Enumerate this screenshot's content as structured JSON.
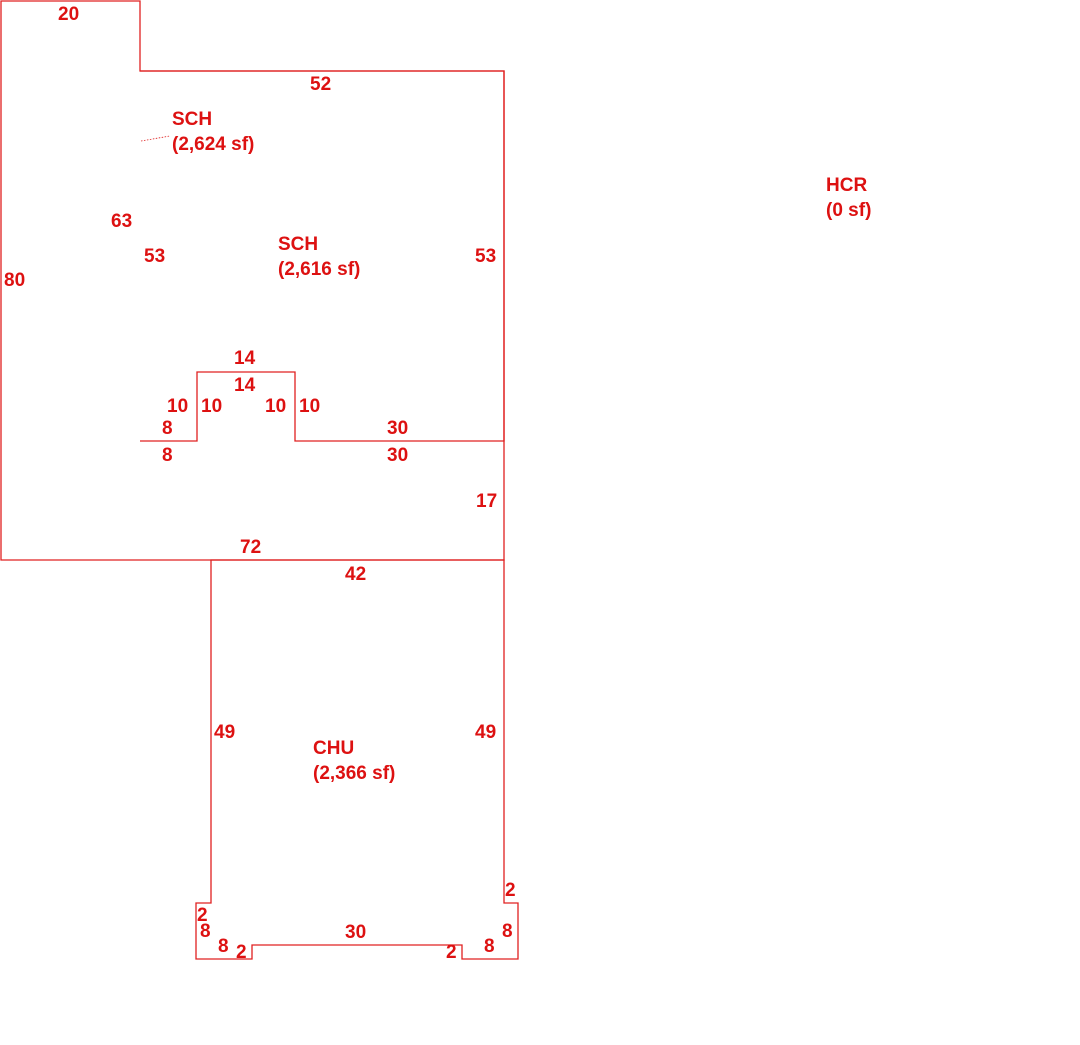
{
  "colors": {
    "line": "#e02020",
    "text": "#dd1111",
    "background": "#ffffff"
  },
  "areas": {
    "sch_outer": {
      "code": "SCH",
      "area": "(2,624 sf)"
    },
    "sch_inner": {
      "code": "SCH",
      "area": "(2,616 sf)"
    },
    "chu": {
      "code": "CHU",
      "area": "(2,366 sf)"
    },
    "hcr": {
      "code": "HCR",
      "area": "(0 sf)"
    }
  },
  "dimensions": {
    "outer_top": "20",
    "outer_left": "80",
    "outer_right_notch": "63",
    "outer_bottom": "72",
    "outer_right": "17",
    "inner_top": "52",
    "inner_left": "53",
    "inner_right": "53",
    "bump_top_outer": "14",
    "bump_top_inner": "14",
    "bump_left_outer": "10",
    "bump_left_inner": "10",
    "bump_right_outer": "10",
    "bump_right_inner": "10",
    "inner_bottom_left": "8",
    "outer_bottom_left": "8",
    "inner_bottom_right": "30",
    "outer_bottom_right": "30",
    "chu_top": "42",
    "chu_left": "49",
    "chu_right": "49",
    "chu_right_jog": "2",
    "chu_right_side": "8",
    "chu_right_bottom": "8",
    "chu_right_step": "2",
    "chu_bottom": "30",
    "chu_left_step": "2",
    "chu_left_bottom": "8",
    "chu_left_side": "8",
    "chu_left_jog": "2"
  }
}
